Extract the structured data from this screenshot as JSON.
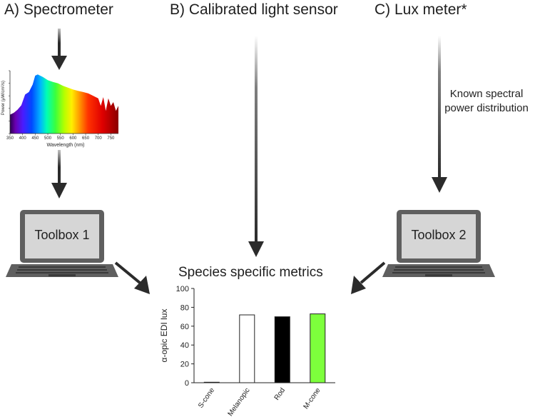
{
  "sections": {
    "a": "A) Spectrometer",
    "b": "B) Calibrated light sensor",
    "c": "C) Lux meter*"
  },
  "known_spd_note": "Known spectral power distribution",
  "toolbox1": "Toolbox 1",
  "toolbox2": "Toolbox 2",
  "metrics_title": "Species specific metrics",
  "colors": {
    "arrow": "#2b2b2b",
    "laptop_body": "#5f5f5f",
    "laptop_screen": "#d6d6d6",
    "mcone_bar": "#7dff3c"
  },
  "chart_data": [
    {
      "type": "area",
      "xlabel": "Wavelength (nm)",
      "ylabel": "Power (µW/cm²/s)",
      "xticks": [
        "350",
        "400",
        "450",
        "500",
        "550",
        "600",
        "650",
        "700",
        "750"
      ],
      "xlim": [
        350,
        780
      ],
      "color_fill": "visible-spectrum gradient",
      "x": [
        350,
        365,
        380,
        395,
        410,
        425,
        440,
        450,
        460,
        480,
        500,
        520,
        540,
        560,
        580,
        600,
        620,
        640,
        660,
        680,
        700,
        710,
        720,
        730,
        740,
        750,
        760,
        770,
        780
      ],
      "y": [
        0.3,
        0.33,
        0.38,
        0.45,
        0.62,
        0.66,
        0.78,
        0.92,
        0.94,
        0.9,
        0.85,
        0.82,
        0.8,
        0.76,
        0.73,
        0.7,
        0.68,
        0.66,
        0.64,
        0.6,
        0.56,
        0.44,
        0.58,
        0.36,
        0.56,
        0.44,
        0.5,
        0.36,
        0.44
      ]
    },
    {
      "type": "bar",
      "categories": [
        "S-cone",
        "Melanopic",
        "Rod",
        "M-cone"
      ],
      "values": [
        0.5,
        72,
        70,
        73
      ],
      "bar_colors": [
        "#ffffff",
        "#ffffff",
        "#000000",
        "#7dff3c"
      ],
      "ylabel": "α-opic EDI lux",
      "ylim": [
        0,
        100
      ],
      "yticks": [
        "0",
        "20",
        "40",
        "60",
        "80",
        "100"
      ]
    }
  ]
}
